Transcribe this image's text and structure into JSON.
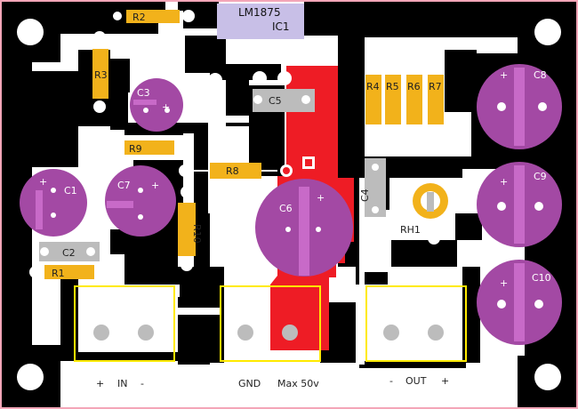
{
  "board": {
    "colors": {
      "background": "#000000",
      "copper": "#ffffff",
      "rail": "#ee1c25",
      "resistor": "#f2b21b",
      "capacitor": "#a349a4",
      "film_cap": "#bcbcbc",
      "connector": "#ffea00",
      "ic": "#c8bfe7",
      "pad": "#ffffff"
    }
  },
  "labels": {
    "ic_part": "LM1875",
    "ic_ref": "IC1",
    "r1": "R1",
    "r2": "R2",
    "r3": "R3",
    "r4": "R4",
    "r5": "R5",
    "r6": "R6",
    "r7": "R7",
    "r8": "R8",
    "r9": "R9",
    "r10": "R10",
    "c1": "C1",
    "c2": "C2",
    "c3": "C3",
    "c4": "C4",
    "c5": "C5",
    "c6": "C6",
    "c7": "C7",
    "c8": "C8",
    "c9": "C9",
    "c10": "C10",
    "rh1": "RH1",
    "plus": "+",
    "minus": "-",
    "in": "IN",
    "gnd": "GND",
    "maxv": "Max 50v",
    "out": "OUT"
  }
}
